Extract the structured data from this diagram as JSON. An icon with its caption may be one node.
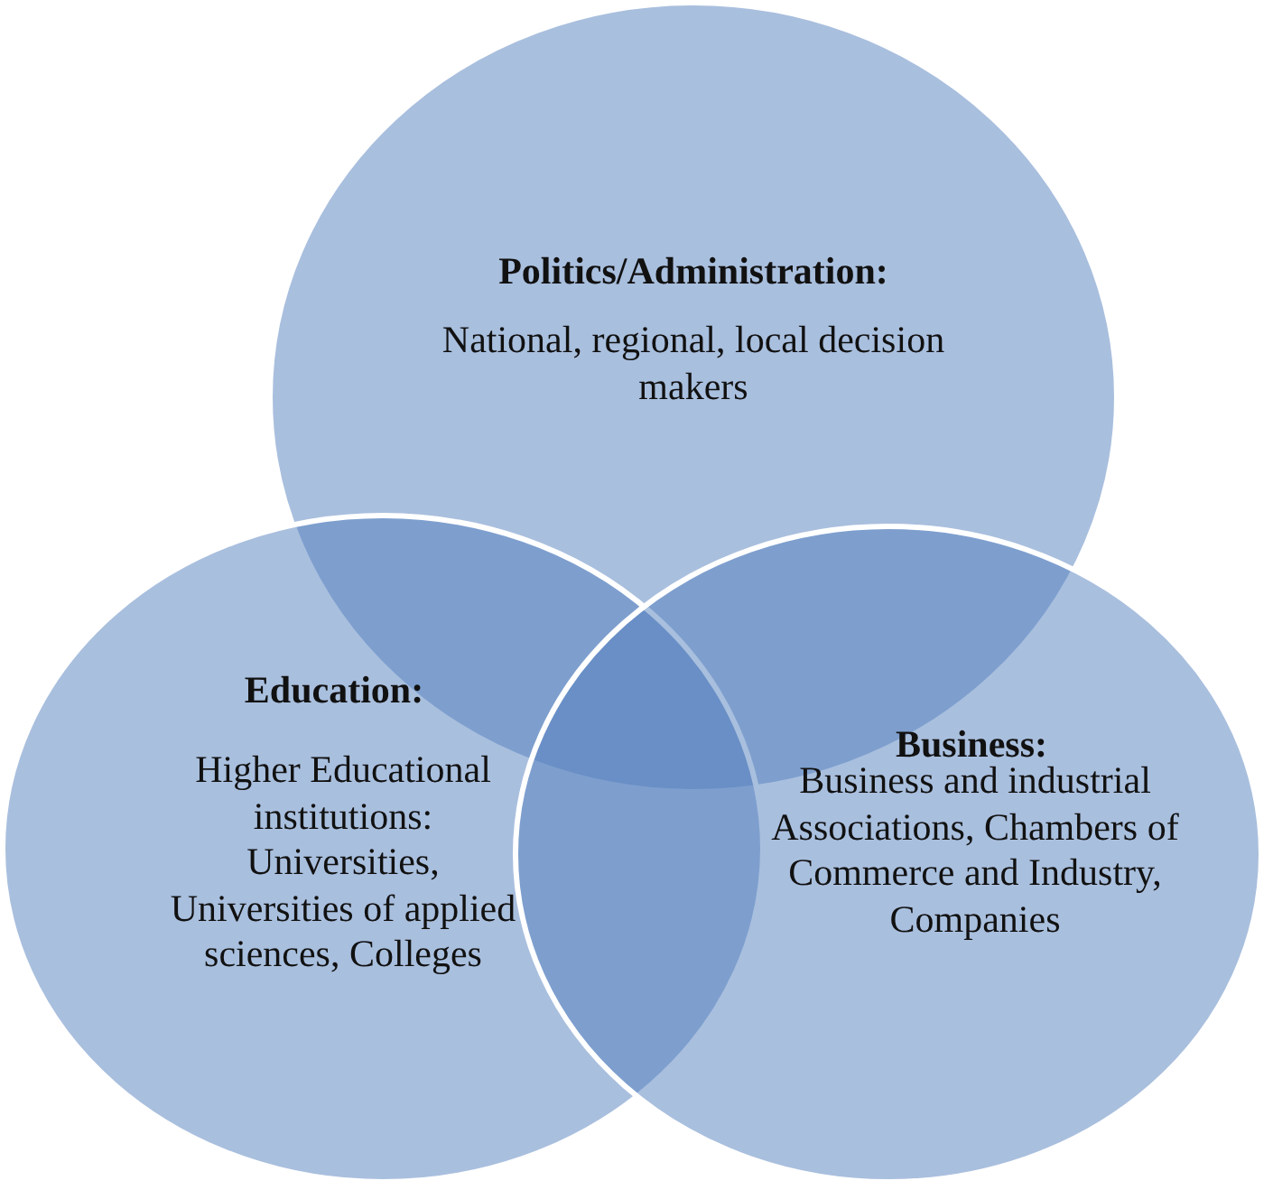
{
  "diagram": {
    "nodes": [
      {
        "text": [
          "Politics/Administration:",
          "National, regional, local decision makers"
        ]
      },
      {
        "text": [
          "Education:",
          "Higher Educational institutions: Universities, Universities of applied sciences, Colleges"
        ]
      },
      {
        "text": [
          "Business:",
          "Business and industrial Associations, Chambers of Commerce and Industry, Companies"
        ]
      }
    ],
    "edges": []
  }
}
